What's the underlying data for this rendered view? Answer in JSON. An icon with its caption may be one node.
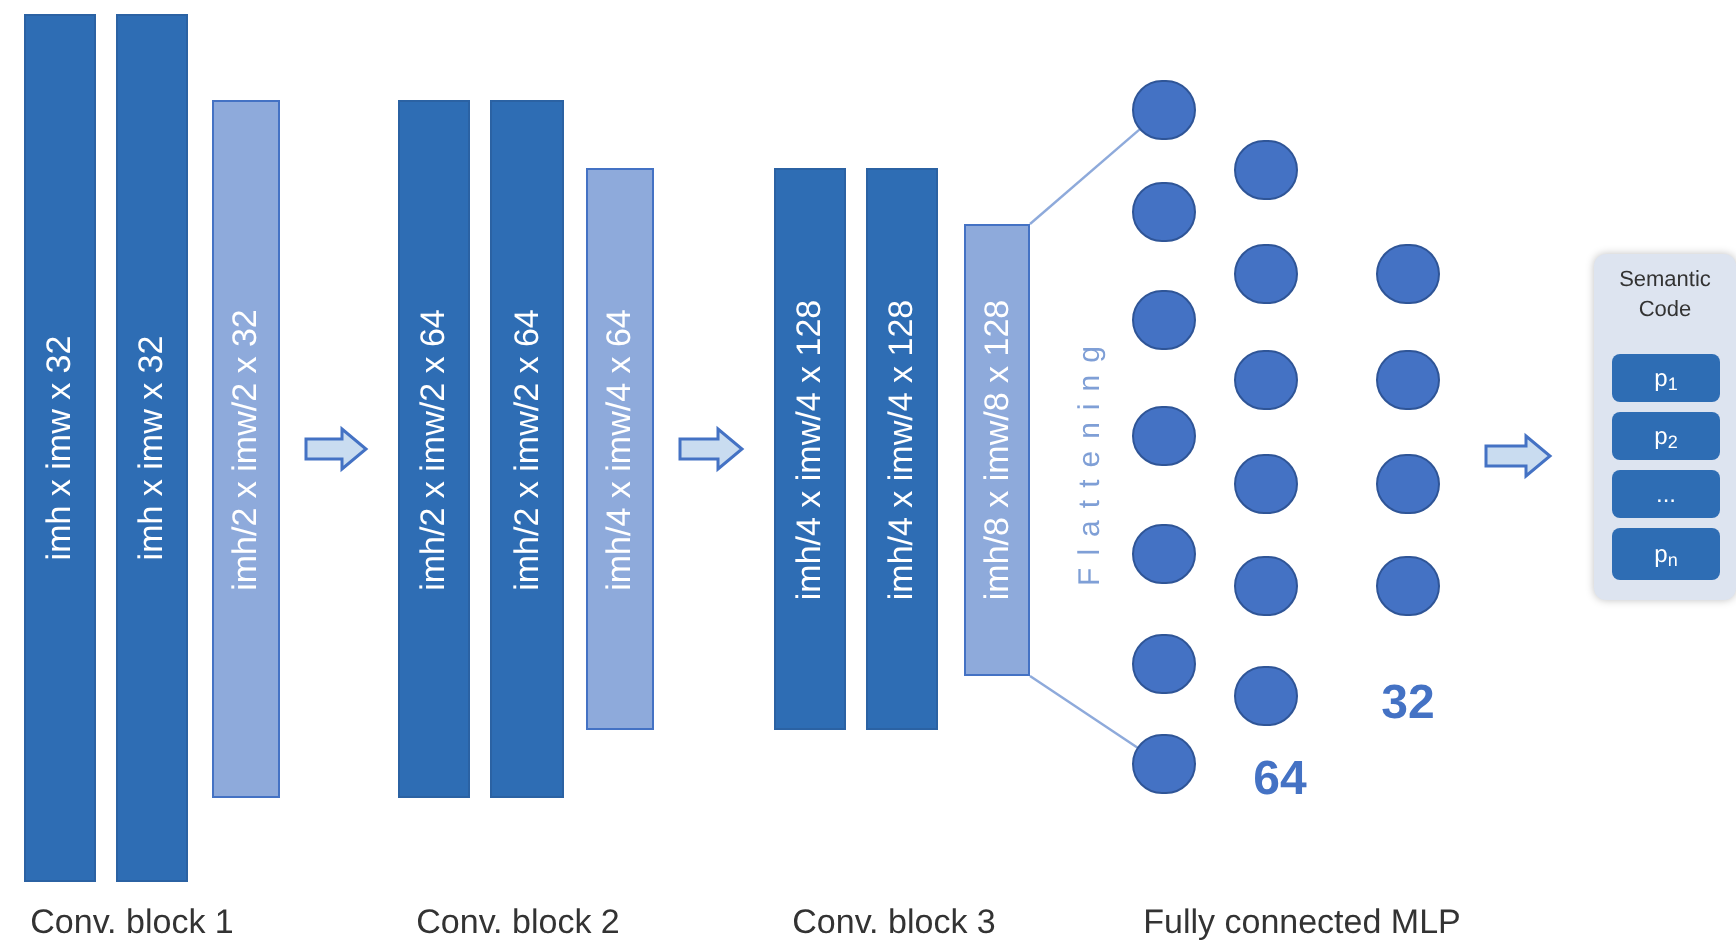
{
  "diagram": {
    "nodes": [
      {
        "text": [
          "imh x imw x 32"
        ]
      },
      {
        "text": [
          "imh x imw x 32"
        ]
      },
      {
        "text": [
          "imh/2 x imw/2 x 32"
        ]
      },
      {
        "text": [
          "imh/2 x imw/2 x 64"
        ]
      },
      {
        "text": [
          "imh/2 x imw/2 x 64"
        ]
      },
      {
        "text": [
          "imh/4 x imw/4 x 64"
        ]
      },
      {
        "text": [
          "imh/4 x imw/4 x 128"
        ]
      },
      {
        "text": [
          "imh/4 x imw/4 x 128"
        ]
      },
      {
        "text": [
          "imh/8 x imw/8 x 128"
        ]
      },
      {
        "text": [],
        "shape": "circle"
      },
      {
        "text": [],
        "shape": "circle"
      },
      {
        "text": [],
        "shape": "circle"
      },
      {
        "text": [],
        "shape": "circle"
      },
      {
        "text": [],
        "shape": "circle"
      },
      {
        "text": [],
        "shape": "circle"
      },
      {
        "text": [],
        "shape": "circle"
      },
      {
        "text": [],
        "shape": "circle"
      },
      {
        "text": [],
        "shape": "circle"
      },
      {
        "text": [],
        "shape": "circle"
      },
      {
        "text": [],
        "shape": "circle"
      },
      {
        "text": [],
        "shape": "circle"
      },
      {
        "text": [],
        "shape": "circle"
      },
      {
        "text": [],
        "shape": "circle"
      },
      {
        "text": [],
        "shape": "circle"
      },
      {
        "text": [],
        "shape": "circle"
      },
      {
        "text": [],
        "shape": "circle"
      },
      {
        "text": [
          "Semantic Code"
        ]
      },
      {
        "text": [
          "p$_{1}$"
        ],
        "in": 26
      },
      {
        "text": [
          "p$_{2}$"
        ],
        "in": 26
      },
      {
        "text": [
          "..."
        ],
        "in": 26
      },
      {
        "text": [
          "p$_{n}$"
        ],
        "in": 26
      }
    ],
    "edges": [
      {
        "from": 2,
        "to": 3,
        "arrow": "to",
        "style": "thick"
      },
      {
        "from": 5,
        "to": 6,
        "arrow": "to",
        "style": "thick"
      },
      {
        "from": 8,
        "to": 9,
        "arrow": "none"
      },
      {
        "from": 8,
        "to": 15,
        "arrow": "none"
      },
      {
        "from": null,
        "to": 26,
        "arrow": "to",
        "style": "thick"
      }
    ],
    "labels": [
      "Flattening",
      "64",
      "32",
      "Conv. block 1",
      "Conv. block 2",
      "Conv. block 3",
      "Fully connected MLP"
    ]
  }
}
